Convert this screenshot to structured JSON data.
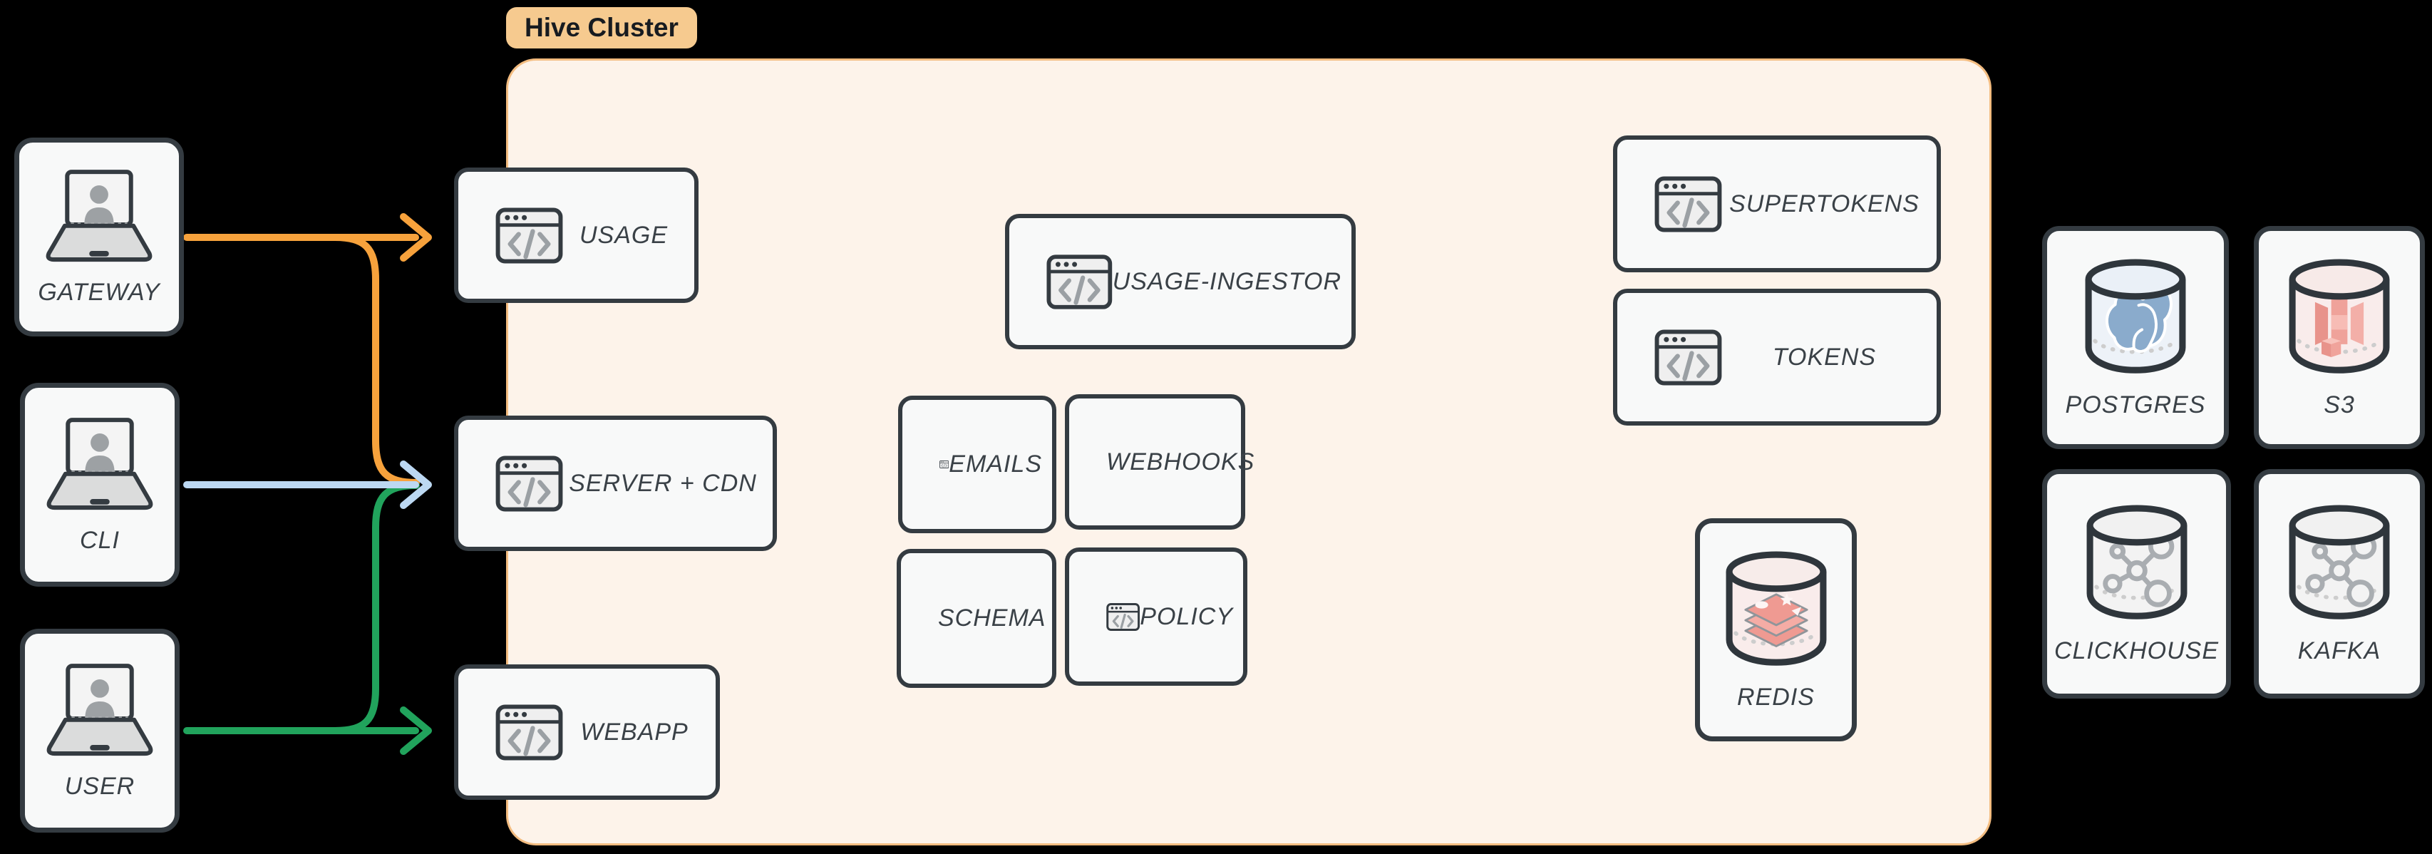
{
  "badge": {
    "label": "Hive Cluster"
  },
  "actors": [
    {
      "label": "GATEWAY"
    },
    {
      "label": "CLI"
    },
    {
      "label": "USER"
    }
  ],
  "cluster_services": [
    {
      "label": "USAGE"
    },
    {
      "label": "SERVER + CDN"
    },
    {
      "label": "WEBAPP"
    },
    {
      "label": "USAGE-INGESTOR"
    },
    {
      "label": "EMAILS"
    },
    {
      "label": "WEBHOOKS"
    },
    {
      "label": "SCHEMA"
    },
    {
      "label": "POLICY"
    },
    {
      "label": "SUPERTOKENS"
    },
    {
      "label": "TOKENS"
    }
  ],
  "cluster_stores": [
    {
      "label": "REDIS",
      "icon": "redis-cylinder"
    }
  ],
  "external_stores": [
    {
      "label": "POSTGRES",
      "icon": "postgres-cylinder"
    },
    {
      "label": "S3",
      "icon": "s3-bucket-cylinder"
    },
    {
      "label": "CLICKHOUSE",
      "icon": "molecule-cylinder"
    },
    {
      "label": "KAFKA",
      "icon": "molecule-cylinder"
    }
  ],
  "edges": [
    {
      "from": "GATEWAY",
      "to": "USAGE",
      "color": "#F7A23C"
    },
    {
      "from": "GATEWAY",
      "to": "SERVER + CDN",
      "color": "#F7A23C"
    },
    {
      "from": "CLI",
      "to": "SERVER + CDN",
      "color": "#BCD8F2"
    },
    {
      "from": "USER",
      "to": "SERVER + CDN",
      "color": "#21A35C"
    },
    {
      "from": "USER",
      "to": "WEBAPP",
      "color": "#21A35C"
    }
  ],
  "colors": {
    "edge_orange": "#F7A23C",
    "edge_blue": "#BCD8F2",
    "edge_green": "#21A35C",
    "node_border": "#343B41",
    "node_fill": "#F8F9F9",
    "cluster_fill": "#FDF3EA",
    "cluster_border": "#F3BC80",
    "badge_fill": "#F6CA8F",
    "label_text": "#3A4147",
    "icon_gray": "#9BA0A4",
    "redis_pink": "#EF9A92",
    "postgres_blue": "#8AABCC",
    "s3_salmon": "#EFA29A",
    "molecule_gray": "#A9ADB1"
  }
}
